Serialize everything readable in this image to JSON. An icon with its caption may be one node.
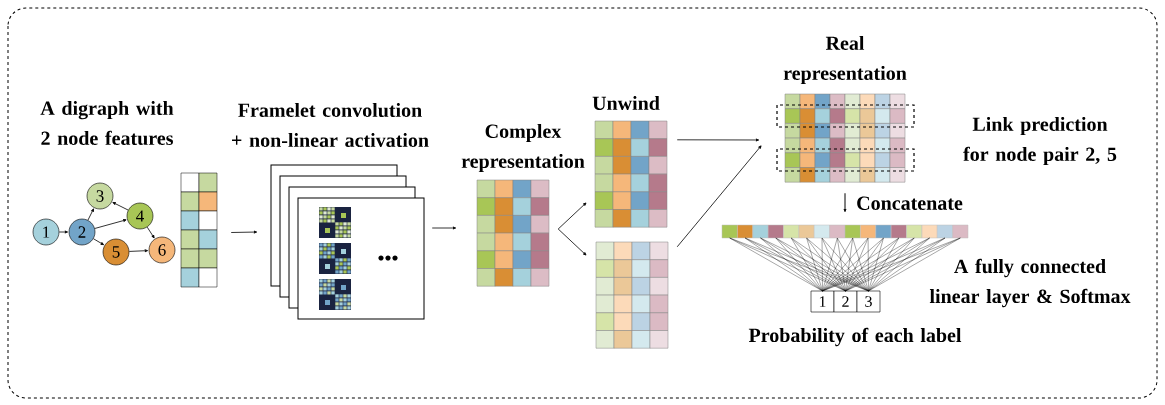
{
  "diagram": {
    "nodes": [
      {
        "text": [
          "1"
        ]
      },
      {
        "text": [
          "2"
        ]
      },
      {
        "text": [
          "3"
        ]
      },
      {
        "text": [
          "4"
        ]
      },
      {
        "text": [
          "5"
        ]
      },
      {
        "text": [
          "6"
        ]
      },
      {
        "text": [],
        "shape": "grid"
      },
      {
        "text": [],
        "shape": "stack"
      },
      {
        "text": [],
        "shape": "grid"
      },
      {
        "text": [],
        "shape": "grid",
        "beside": [
          "Unwind"
        ]
      },
      {
        "text": [],
        "shape": "grid"
      },
      {
        "text": [],
        "shape": "grid",
        "beside": [
          "Real representation"
        ]
      },
      {
        "text": [],
        "shape": "bar"
      },
      {
        "text": [
          "1"
        ]
      },
      {
        "text": [
          "2"
        ]
      },
      {
        "text": [
          "3"
        ]
      }
    ],
    "edges": [
      {
        "from": 0,
        "to": 1,
        "arrow": "to"
      },
      {
        "from": 1,
        "to": 2,
        "arrow": "to"
      },
      {
        "from": 3,
        "to": 2,
        "arrow": "to"
      },
      {
        "from": 1,
        "to": 3,
        "arrow": "to"
      },
      {
        "from": 1,
        "to": 4,
        "arrow": "to"
      },
      {
        "from": 3,
        "to": 5,
        "arrow": "to"
      },
      {
        "from": 4,
        "to": 5,
        "arrow": "to"
      },
      {
        "from": 6,
        "to": 7,
        "arrow": "to"
      },
      {
        "from": 7,
        "to": 8,
        "arrow": "to"
      },
      {
        "from": 8,
        "to": 9,
        "arrow": "to"
      },
      {
        "from": 8,
        "to": 10,
        "arrow": "to"
      },
      {
        "from": 9,
        "to": 11,
        "arrow": "to"
      },
      {
        "from": 10,
        "to": 11,
        "arrow": "to"
      },
      {
        "from": 11,
        "to": 12,
        "arrow": "to",
        "label": "Concatenate"
      }
    ],
    "labels": [
      "A digraph with 2 node features",
      "Framelet convolution + non-linear activation",
      "Complex representation",
      "Link prediction for node pair 2, 5",
      "A fully connected linear layer & Softmax",
      "Probability of each label"
    ]
  }
}
